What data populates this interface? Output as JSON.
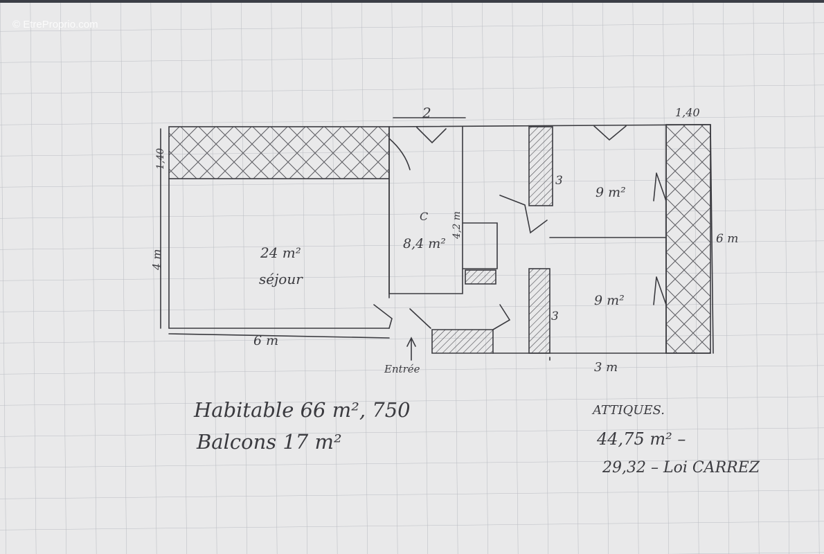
{
  "watermark": "© EtreProprio.com",
  "dimensions": {
    "top_width_middle": "2",
    "top_width_right": "1,40",
    "left_balcony_depth": "1,40",
    "left_height": "4 m",
    "bottom_left_width": "6 m",
    "closet_upper": "3",
    "closet_lower": "3",
    "right_height": "6 m",
    "bottom_right_width": "3 m",
    "room_c_side": "4,2 m"
  },
  "rooms": {
    "living": {
      "area": "24 m²",
      "name": "séjour"
    },
    "kitchen": {
      "letter": "C",
      "area": "8,4 m²"
    },
    "bedroom_top": {
      "area": "9 m²"
    },
    "bedroom_bottom": {
      "area": "9 m²"
    }
  },
  "entrance_label": "Entrée",
  "summary": {
    "habitable": "Habitable 66 m², 750",
    "balcons": "Balcons 17 m²"
  },
  "attiques": {
    "title": "ATTIQUES.",
    "area_1": "44,75 m² –",
    "area_2": "29,32 – Loi CARREZ"
  },
  "colors": {
    "paper": "#e9e9ea",
    "grid": "#b9bcc2",
    "pencil": "#3a3a3f"
  }
}
